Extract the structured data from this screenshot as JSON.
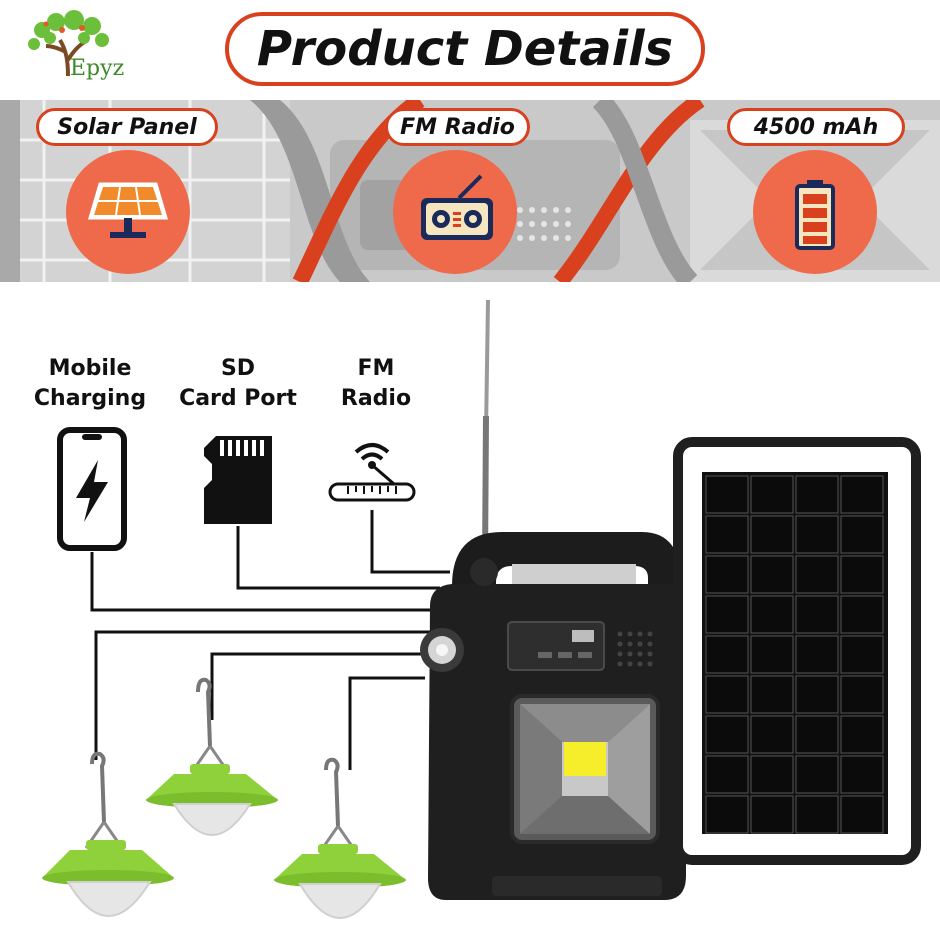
{
  "brand": {
    "name": "Epyz"
  },
  "header": {
    "title": "Product Details"
  },
  "banner": {
    "items": [
      {
        "label": "Solar Panel",
        "icon": "solar-panel-icon"
      },
      {
        "label": "FM Radio",
        "icon": "radio-icon"
      },
      {
        "label": "4500 mAh",
        "icon": "battery-icon"
      }
    ]
  },
  "features": [
    {
      "line1": "Mobile",
      "line2": "Charging",
      "icon": "smartphone-charging-icon"
    },
    {
      "line1": "SD",
      "line2": "Card Port",
      "icon": "sd-card-icon"
    },
    {
      "line1": "FM",
      "line2": "Radio",
      "icon": "fm-antenna-icon"
    }
  ],
  "colors": {
    "accent": "#d8401e",
    "lamp_green": "#8fd13a",
    "banner_gray": "#bdbdbd",
    "led_yellow": "#f6ee2a"
  }
}
